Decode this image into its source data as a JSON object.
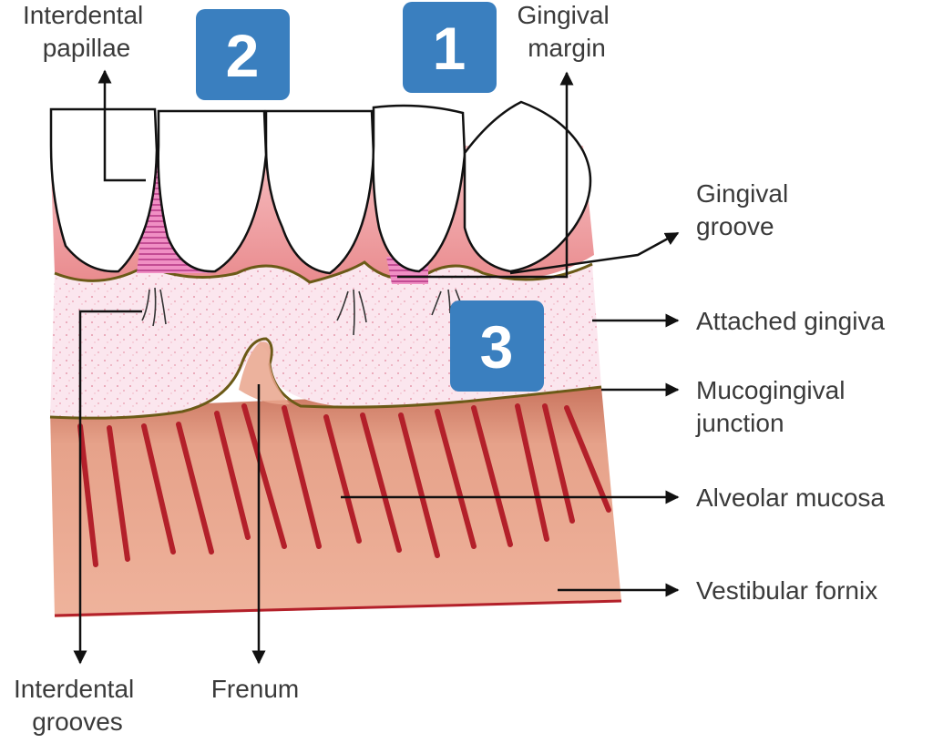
{
  "labels": {
    "interdental_papillae": [
      "Interdental",
      "papillae"
    ],
    "gingival_margin": [
      "Gingival",
      "margin"
    ],
    "gingival_groove": [
      "Gingival",
      "groove"
    ],
    "attached_gingiva": "Attached gingiva",
    "mucogingival_junction": [
      "Mucogingival",
      "junction"
    ],
    "alveolar_mucosa": "Alveolar mucosa",
    "vestibular_fornix": "Vestibular fornix",
    "interdental_grooves": [
      "Interdental",
      "grooves"
    ],
    "frenum": "Frenum"
  },
  "badges": {
    "one": "1",
    "two": "2",
    "three": "3"
  },
  "colors": {
    "badge": "#3a7fbf",
    "gingiva_pink": "#ef9a9a",
    "attached_gingiva": "#fbe6ee",
    "alveolar_mucosa": "#e9a58c",
    "vessel_red": "#b3202a",
    "papilla_magenta": "#d24a9a",
    "border_olive": "#6b5a17"
  }
}
